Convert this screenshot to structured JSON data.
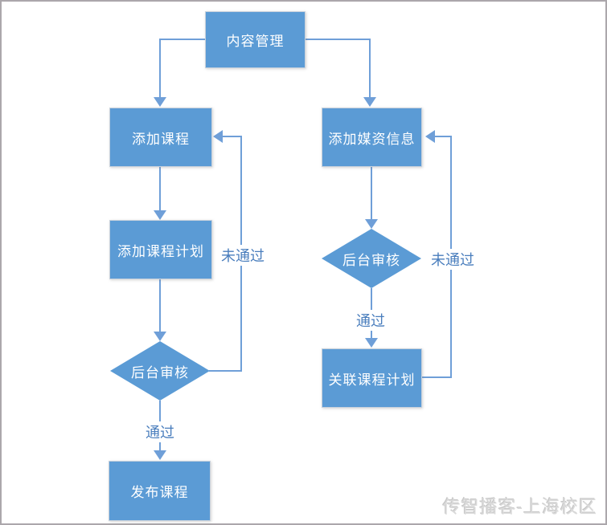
{
  "diagram_title": "content-management-flowchart",
  "colors": {
    "node_fill": "#5b9bd5",
    "node_border": "#c9d2dc",
    "connector": "#6f9fd8",
    "edge_label_text": "#4a7ebd",
    "canvas_bg": "#ffffff",
    "frame_border": "#aba7ab",
    "watermark_text": "#dadada"
  },
  "nodes": [
    {
      "id": "content-mgmt",
      "label": "内容管理",
      "type": "process"
    },
    {
      "id": "add-course",
      "label": "添加课程",
      "type": "process"
    },
    {
      "id": "add-course-plan",
      "label": "添加课程计划",
      "type": "process"
    },
    {
      "id": "review-left",
      "label": "后台审核",
      "type": "decision"
    },
    {
      "id": "publish-course",
      "label": "发布课程",
      "type": "process"
    },
    {
      "id": "add-media-info",
      "label": "添加媒资信息",
      "type": "process"
    },
    {
      "id": "review-right",
      "label": "后台审核",
      "type": "decision"
    },
    {
      "id": "link-course-plan",
      "label": "关联课程计划",
      "type": "process"
    }
  ],
  "edge_labels": [
    {
      "id": "left-fail",
      "text": "未通过"
    },
    {
      "id": "left-pass",
      "text": "通过"
    },
    {
      "id": "right-fail",
      "text": "未通过"
    },
    {
      "id": "right-pass",
      "text": "通过"
    }
  ],
  "watermark": "传智播客-上海校区"
}
